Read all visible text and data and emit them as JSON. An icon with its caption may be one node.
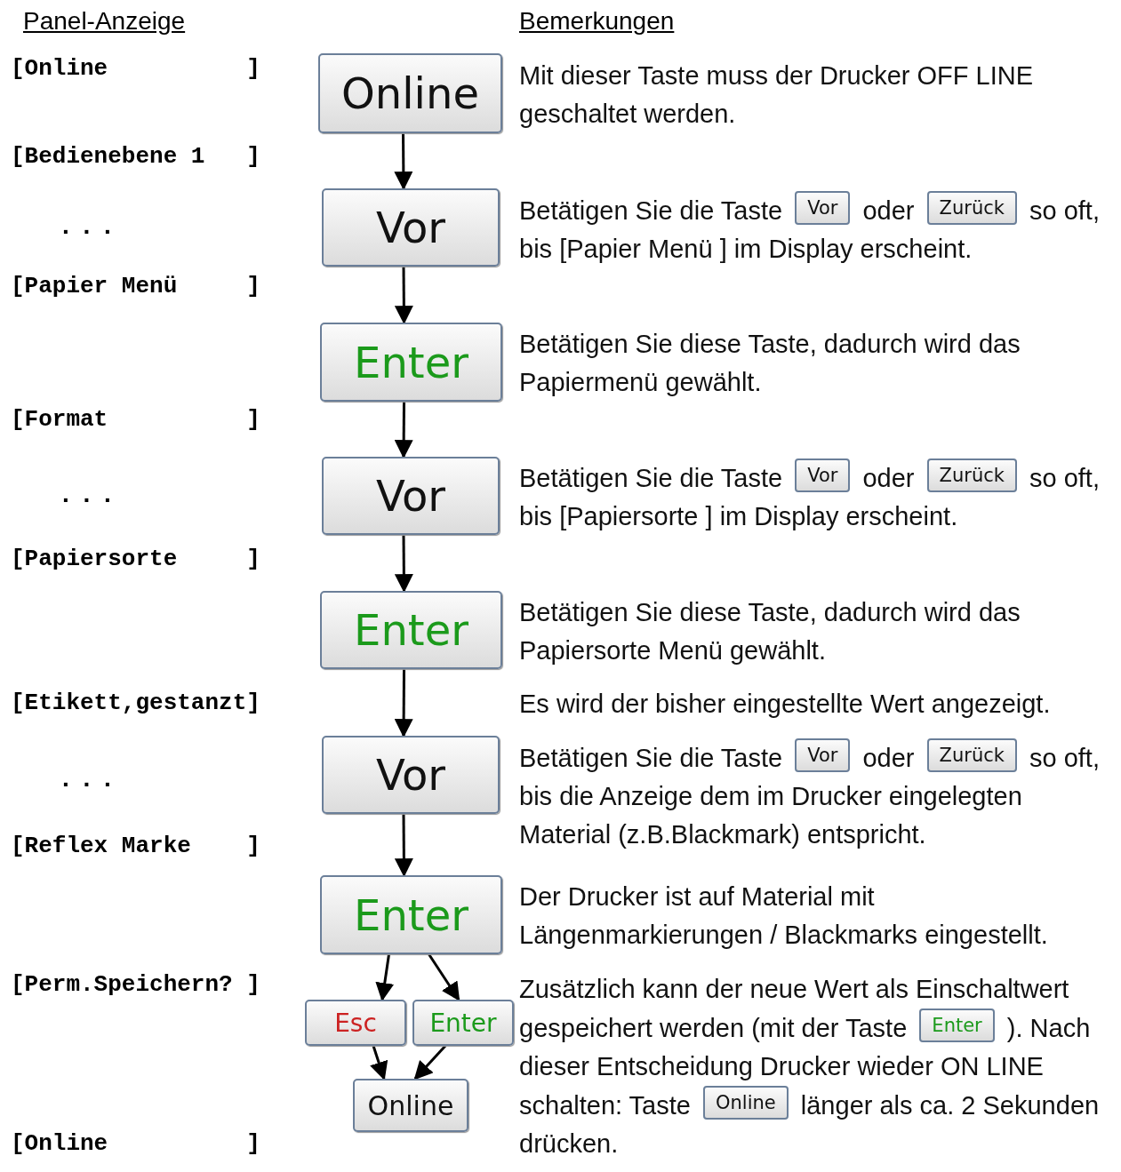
{
  "diagram": {
    "nodes": [
      {
        "text": [
          "Online"
        ]
      },
      {
        "text": [
          "Vor"
        ]
      },
      {
        "text": [
          "Enter"
        ]
      },
      {
        "text": [
          "Vor"
        ]
      },
      {
        "text": [
          "Enter"
        ]
      },
      {
        "text": [
          "Vor"
        ]
      },
      {
        "text": [
          "Enter"
        ]
      },
      {
        "text": [
          "Esc"
        ]
      },
      {
        "text": [
          "Enter"
        ]
      },
      {
        "text": [
          "Online"
        ]
      },
      {
        "text": [
          "Vor"
        ]
      },
      {
        "text": [
          "Zurück"
        ]
      },
      {
        "text": [
          "Vor"
        ]
      },
      {
        "text": [
          "Zurück"
        ]
      },
      {
        "text": [
          "Vor"
        ]
      },
      {
        "text": [
          "Zurück"
        ]
      },
      {
        "text": [
          "Enter"
        ]
      },
      {
        "text": [
          "Online"
        ]
      }
    ],
    "edges": [
      {
        "from": 0,
        "to": 1,
        "arrow": "to"
      },
      {
        "from": 1,
        "to": 2,
        "arrow": "to"
      },
      {
        "from": 2,
        "to": 3,
        "arrow": "to"
      },
      {
        "from": 3,
        "to": 4,
        "arrow": "to"
      },
      {
        "from": 4,
        "to": 5,
        "arrow": "to"
      },
      {
        "from": 5,
        "to": 6,
        "arrow": "to"
      },
      {
        "from": 6,
        "to": 7,
        "arrow": "to"
      },
      {
        "from": 6,
        "to": 8,
        "arrow": "to"
      },
      {
        "from": 7,
        "to": 9,
        "arrow": "to"
      },
      {
        "from": 8,
        "to": 9,
        "arrow": "to"
      }
    ],
    "labels": [
      "Panel-Anzeige",
      "Bemerkungen",
      "[Online          ]",
      "Mit dieser Taste muss der Drucker OFF LINE geschaltet werden.",
      "[Bedienebene 1   ]",
      ". . .",
      "Betätigen Sie die Taste",
      "oder",
      "so oft, bis [Papier Menü ] im Display erscheint.",
      "[Papier Menü     ]",
      "Betätigen Sie diese Taste, dadurch wird das Papiermenü gewählt.",
      "[Format          ]",
      ". . .",
      "Betätigen Sie die Taste",
      "oder",
      "so oft, bis [Papiersorte ] im Display erscheint.",
      "[Papiersorte     ]",
      "Betätigen Sie diese Taste, dadurch wird das Papiersorte Menü gewählt.",
      "[Etikett,gestanzt]",
      "Es wird der bisher eingestellte Wert angezeigt.",
      ". . .",
      "Betätigen Sie die Taste",
      "oder",
      "so oft, bis die Anzeige dem im Drucker eingelegten Material (z.B.Blackmark) entspricht.",
      "[Reflex Marke    ]",
      "Der Drucker ist auf Material mit Längenmarkierungen / Blackmarks eingestellt.",
      "[Perm.Speichern? ]",
      "Zusätzlich kann der neue Wert als Einschaltwert gespeichert werden (mit der Taste",
      "). Nach dieser Entscheidung Drucker wieder ON LINE schalten: Taste",
      "[Online          ]",
      "länger als ca. 2 Sekunden drücken."
    ]
  }
}
